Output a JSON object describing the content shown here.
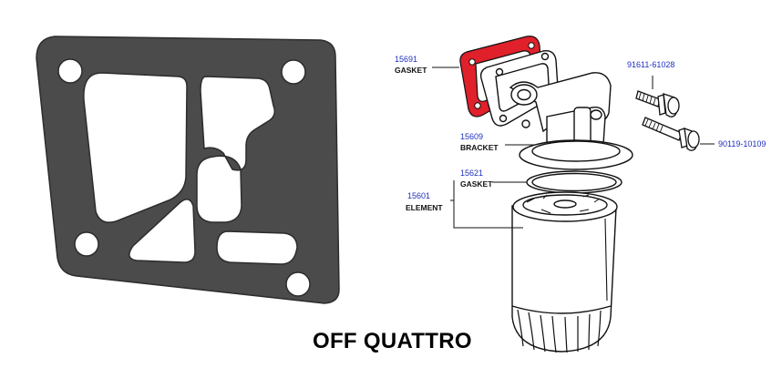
{
  "caption": "OFF QUATTRO",
  "colors": {
    "gasket_fill": "#4a4a4a",
    "gasket_highlight": "#e0202a",
    "label_number": "#1f2fbf",
    "line": "#111111"
  },
  "parts": {
    "gasket_top": {
      "number": "15691",
      "name": "GASKET"
    },
    "bracket": {
      "number": "15609",
      "name": "BRACKET"
    },
    "gasket_ring": {
      "number": "15621",
      "name": "GASKET"
    },
    "element": {
      "number": "15601",
      "name": "ELEMENT"
    },
    "bolt_upper": {
      "number": "91611-61028"
    },
    "bolt_lower": {
      "number": "90119-10109"
    }
  }
}
